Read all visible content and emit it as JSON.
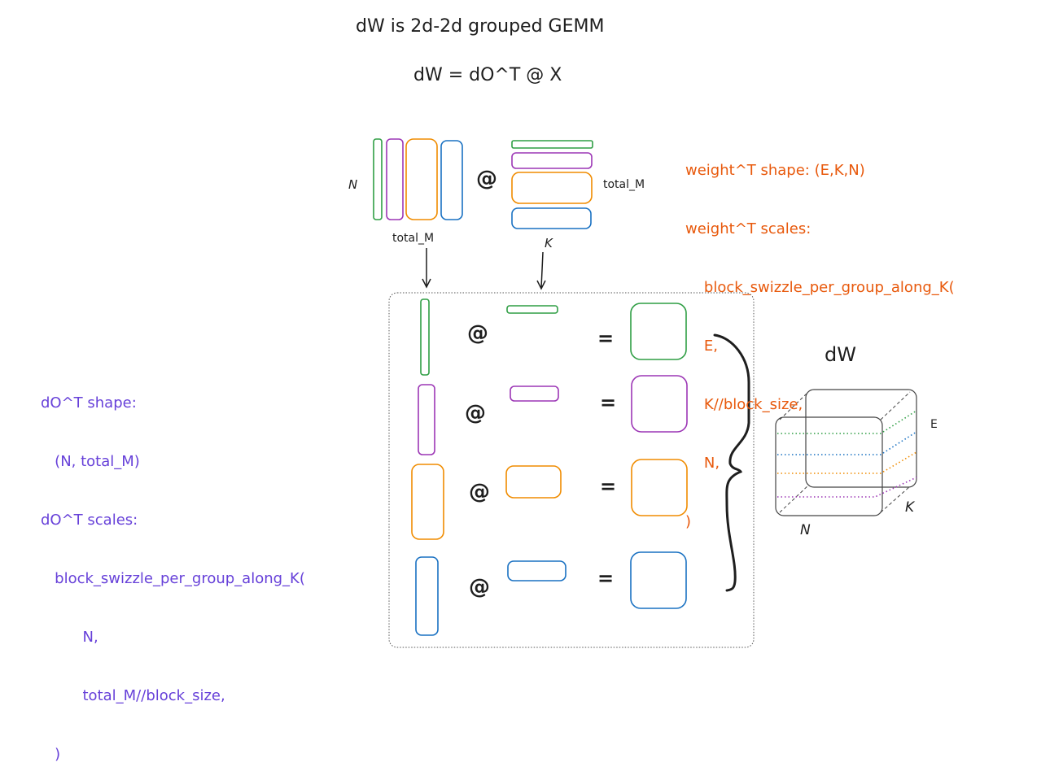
{
  "title": "dW is 2d-2d grouped GEMM",
  "equation": "dW = dO^T @ X",
  "colors": {
    "green": "#2f9e44",
    "purple": "#9c36b5",
    "orange": "#f08c00",
    "blue": "#1971c2",
    "orange_text": "#e8590c",
    "purple_text": "#6741d9",
    "ink": "#1e1e1e"
  },
  "top": {
    "left_matrix_row_label": "N",
    "left_matrix_col_label": "total_M",
    "operator": "@",
    "right_matrix_row_label": "total_M",
    "right_matrix_col_label": "K"
  },
  "groups": [
    {
      "color": "green",
      "operator": "@",
      "equals": "="
    },
    {
      "color": "purple",
      "operator": "@",
      "equals": "="
    },
    {
      "color": "orange",
      "operator": "@",
      "equals": "="
    },
    {
      "color": "blue",
      "operator": "@",
      "equals": "="
    }
  ],
  "weight_notes": {
    "lines": [
      "weight^T shape: (E,K,N)",
      "weight^T scales:",
      "    block_swizzle_per_group_along_K(",
      "    E,",
      "    K//block_size,",
      "    N,",
      ")"
    ]
  },
  "do_notes": {
    "lines": [
      "dO^T shape:",
      "   (N, total_M)",
      "dO^T scales:",
      "   block_swizzle_per_group_along_K(",
      "         N,",
      "         total_M//block_size,",
      "   )"
    ]
  },
  "cube": {
    "title": "dW",
    "axis_e": "E",
    "axis_k": "K",
    "axis_n": "N",
    "slice_colors": [
      "green",
      "blue",
      "orange",
      "purple"
    ]
  }
}
